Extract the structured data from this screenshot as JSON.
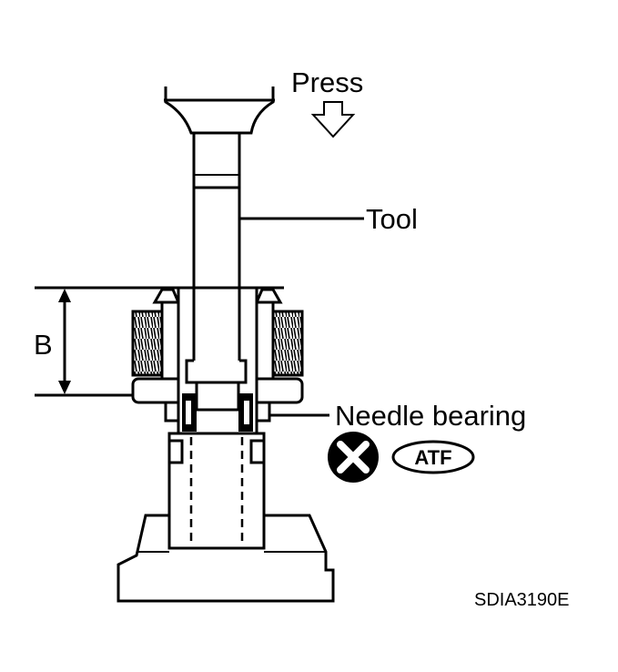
{
  "labels": {
    "press": "Press",
    "tool": "Tool",
    "dimension_b": "B",
    "needle_bearing": "Needle bearing",
    "atf": "ATF",
    "figure_code": "SDIA3190E"
  },
  "icons": {
    "press_direction": "down-arrow-icon",
    "do_not_reuse": "x-circle-icon"
  }
}
